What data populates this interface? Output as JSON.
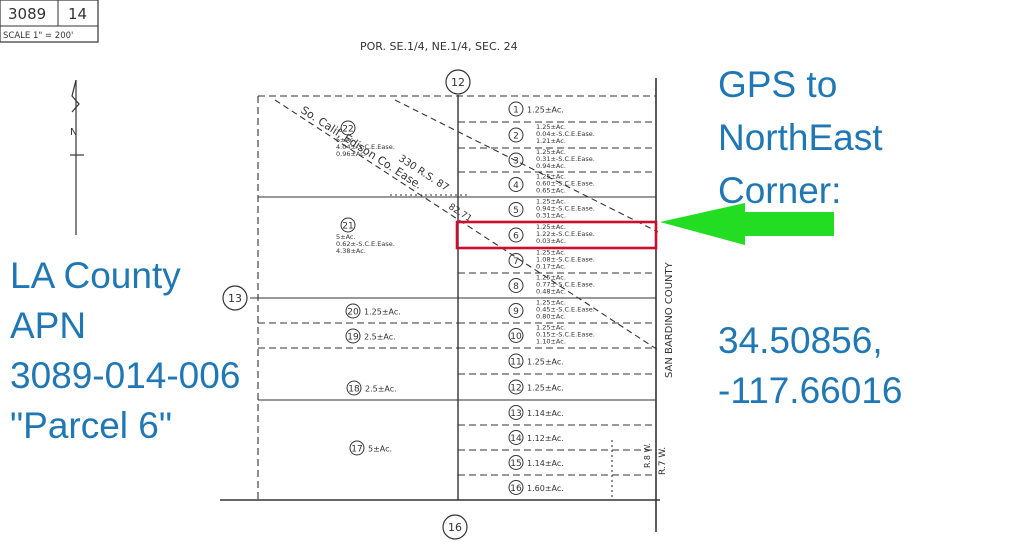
{
  "map_header": {
    "book": "3089",
    "page": "14",
    "scale": "SCALE 1\" = 200'",
    "title": "POR. SE.1/4, NE.1/4, SEC. 24"
  },
  "sections": {
    "top": "12",
    "left": "13",
    "bottom": "16"
  },
  "north_label": "N",
  "parcels": [
    {
      "num": "1",
      "area": "1.25±Ac.",
      "lines": []
    },
    {
      "num": "2",
      "area": "",
      "lines": [
        "1.25±Ac.",
        "0.04±-S.C.E.Ease.",
        "1.21±Ac."
      ]
    },
    {
      "num": "3",
      "area": "",
      "lines": [
        "1.25±Ac.",
        "0.31±-S.C.E.Ease.",
        "0.94±Ac."
      ]
    },
    {
      "num": "4",
      "area": "",
      "lines": [
        "1.25±Ac.",
        "0.60±-S.C.E.Ease.",
        "0.65±Ac."
      ]
    },
    {
      "num": "5",
      "area": "",
      "lines": [
        "1.25±Ac.",
        "0.94±-S.C.E.Ease.",
        "0.31±Ac."
      ]
    },
    {
      "num": "6",
      "area": "",
      "lines": [
        "1.25±Ac.",
        "1.22±-S.C.E.Ease.",
        "0.03±Ac."
      ]
    },
    {
      "num": "7",
      "area": "",
      "lines": [
        "1.25±Ac.",
        "1.08±-S.C.E.Ease.",
        "0.17±Ac."
      ]
    },
    {
      "num": "8",
      "area": "",
      "lines": [
        "1.25±Ac.",
        "0.77±-S.C.E.Ease.",
        "0.48±Ac."
      ]
    },
    {
      "num": "9",
      "area": "",
      "lines": [
        "1.25±Ac.",
        "0.45±-S.C.E.Ease.",
        "0.80±Ac."
      ]
    },
    {
      "num": "10",
      "area": "",
      "lines": [
        "1.25±Ac.",
        "0.15±-S.C.E.Ease.",
        "1.10±Ac."
      ]
    },
    {
      "num": "11",
      "area": "1.25±Ac.",
      "lines": []
    },
    {
      "num": "12",
      "area": "1.25±Ac.",
      "lines": []
    },
    {
      "num": "13",
      "area": "1.14±Ac.",
      "lines": []
    },
    {
      "num": "14",
      "area": "1.12±Ac.",
      "lines": []
    },
    {
      "num": "15",
      "area": "1.14±Ac.",
      "lines": []
    },
    {
      "num": "16",
      "area": "1.60±Ac.",
      "lines": []
    },
    {
      "num": "17",
      "area": "5±Ac.",
      "lines": []
    },
    {
      "num": "18",
      "area": "2.5±Ac.",
      "lines": []
    },
    {
      "num": "19",
      "area": "2.5±Ac.",
      "lines": []
    },
    {
      "num": "20",
      "area": "1.25±Ac.",
      "lines": []
    },
    {
      "num": "21",
      "area": "",
      "lines": [
        "5±Ac.",
        "0.62±-S.C.E.Ease.",
        "4.38±Ac."
      ]
    },
    {
      "num": "22",
      "area": "",
      "lines": [
        "5±Ac.",
        "4.04±-S.C.E.Ease.",
        "0.96±Ac."
      ]
    }
  ],
  "easement_label": "So. Calif. Edison Co. Ease.",
  "easement_doc": "330 R.S. 87",
  "easement_dim": "82.71",
  "county_line_label": "SAN BARDINO COUNTY",
  "range_label": "R.7 W.",
  "rbw_label": "R.8 W.",
  "annotations": {
    "gps": [
      "GPS to",
      "NorthEast",
      "Corner:"
    ],
    "apn": [
      "LA County",
      "APN",
      "3089-014-006",
      "\"Parcel 6\""
    ],
    "coords": [
      "34.50856,",
      "-117.66016"
    ]
  },
  "colors": {
    "annotation_text": "#1f77b4",
    "highlight_box": "#c8102e",
    "arrow": "#22dd22",
    "linework": "#333333"
  }
}
